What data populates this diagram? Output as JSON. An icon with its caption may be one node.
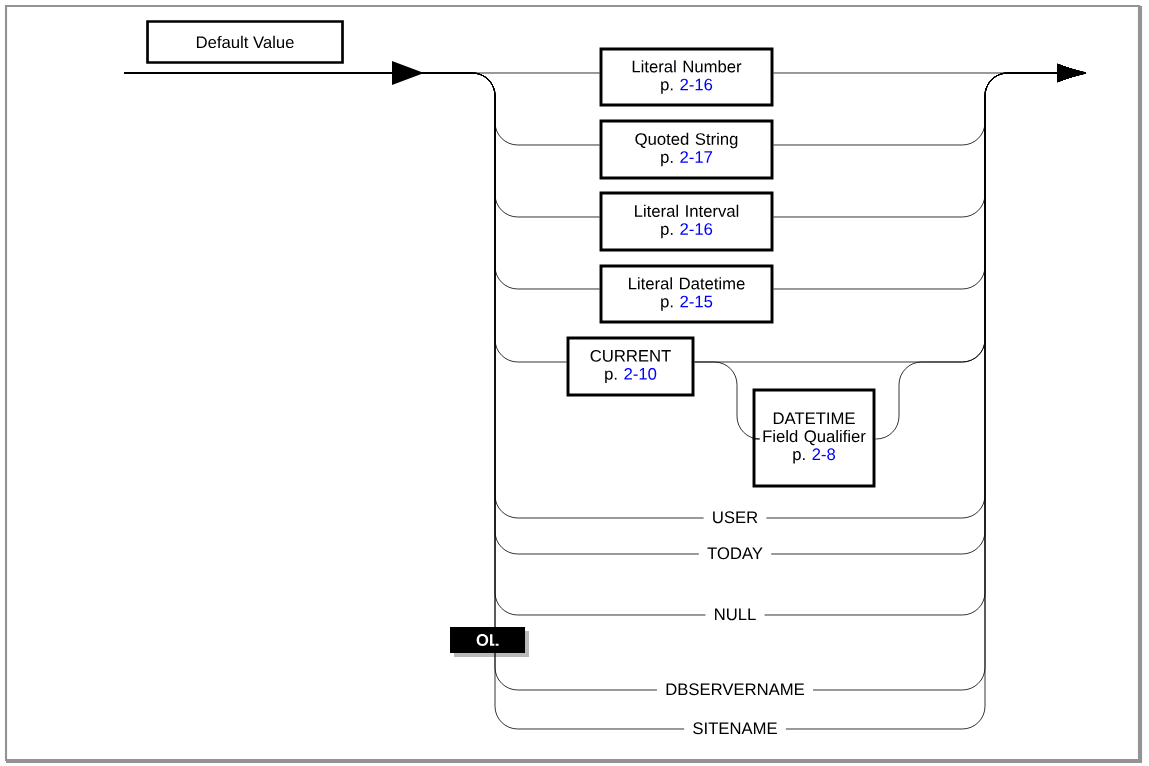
{
  "diagram": {
    "nodes": [
      {
        "text": [
          "Default Value"
        ]
      },
      {
        "text": [
          "Literal Number",
          "p.",
          "2-16"
        ]
      },
      {
        "text": [
          "Quoted String",
          "p.",
          "2-17"
        ]
      },
      {
        "text": [
          "Literal Interval",
          "p.",
          "2-16"
        ]
      },
      {
        "text": [
          "Literal Datetime",
          "p.",
          "2-15"
        ]
      },
      {
        "text": [
          "CURRENT",
          "p.",
          "2-10"
        ]
      },
      {
        "text": [
          "DATETIME Field Qualifier",
          "p.",
          "2-8"
        ]
      },
      {
        "text": [
          "USER"
        ]
      },
      {
        "text": [
          "TODAY"
        ]
      },
      {
        "text": [
          "NULL"
        ]
      },
      {
        "text": [
          "OL"
        ]
      },
      {
        "text": [
          "DBSERVERNAME"
        ]
      },
      {
        "text": [
          "SITENAME"
        ]
      }
    ],
    "edges": [
      {
        "from": null,
        "to": 1,
        "arrow": "none"
      },
      {
        "from": null,
        "to": 2,
        "arrow": "none"
      },
      {
        "from": null,
        "to": 3,
        "arrow": "none"
      },
      {
        "from": null,
        "to": 4,
        "arrow": "none"
      },
      {
        "from": null,
        "to": 5,
        "arrow": "none"
      },
      {
        "from": null,
        "to": 7,
        "arrow": "none"
      },
      {
        "from": null,
        "to": 8,
        "arrow": "none"
      },
      {
        "from": null,
        "to": 9,
        "arrow": "none"
      },
      {
        "from": null,
        "to": 11,
        "arrow": "none"
      },
      {
        "from": null,
        "to": 12,
        "arrow": "none"
      },
      {
        "from": 1,
        "to": null,
        "arrow": "to"
      },
      {
        "from": 2,
        "to": null,
        "arrow": "to"
      },
      {
        "from": 3,
        "to": null,
        "arrow": "to"
      },
      {
        "from": 4,
        "to": null,
        "arrow": "to"
      },
      {
        "from": 5,
        "to": null,
        "arrow": "to"
      },
      {
        "from": 5,
        "to": 6,
        "arrow": "none"
      },
      {
        "from": 6,
        "to": null,
        "arrow": "to"
      },
      {
        "from": 7,
        "to": null,
        "arrow": "to"
      },
      {
        "from": 8,
        "to": null,
        "arrow": "to"
      },
      {
        "from": 9,
        "to": null,
        "arrow": "to"
      },
      {
        "from": 11,
        "to": null,
        "arrow": "to"
      },
      {
        "from": 12,
        "to": null,
        "arrow": "to"
      }
    ]
  }
}
